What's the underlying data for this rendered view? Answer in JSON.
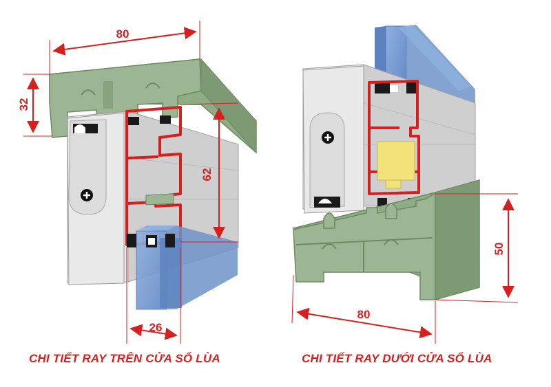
{
  "top_rail": {
    "caption": "CHI TIẾT RAY TRÊN CỬA SỔ LÙA",
    "dimensions": {
      "width": "80",
      "height": "32",
      "inner": "62",
      "bottom": "26"
    }
  },
  "bottom_rail": {
    "caption": "CHI TIẾT RAY DƯỚI CỬA SỔ LÙA",
    "dimensions": {
      "height": "50",
      "width": "80"
    }
  },
  "colors": {
    "rail": "#9cb592",
    "rail_dark": "#7e9a74",
    "frame": "#d8d8d8",
    "glass": "#6f93c9",
    "steel": "#d62020",
    "gasket": "#1a1a1a",
    "lock": "#f2e27a"
  }
}
